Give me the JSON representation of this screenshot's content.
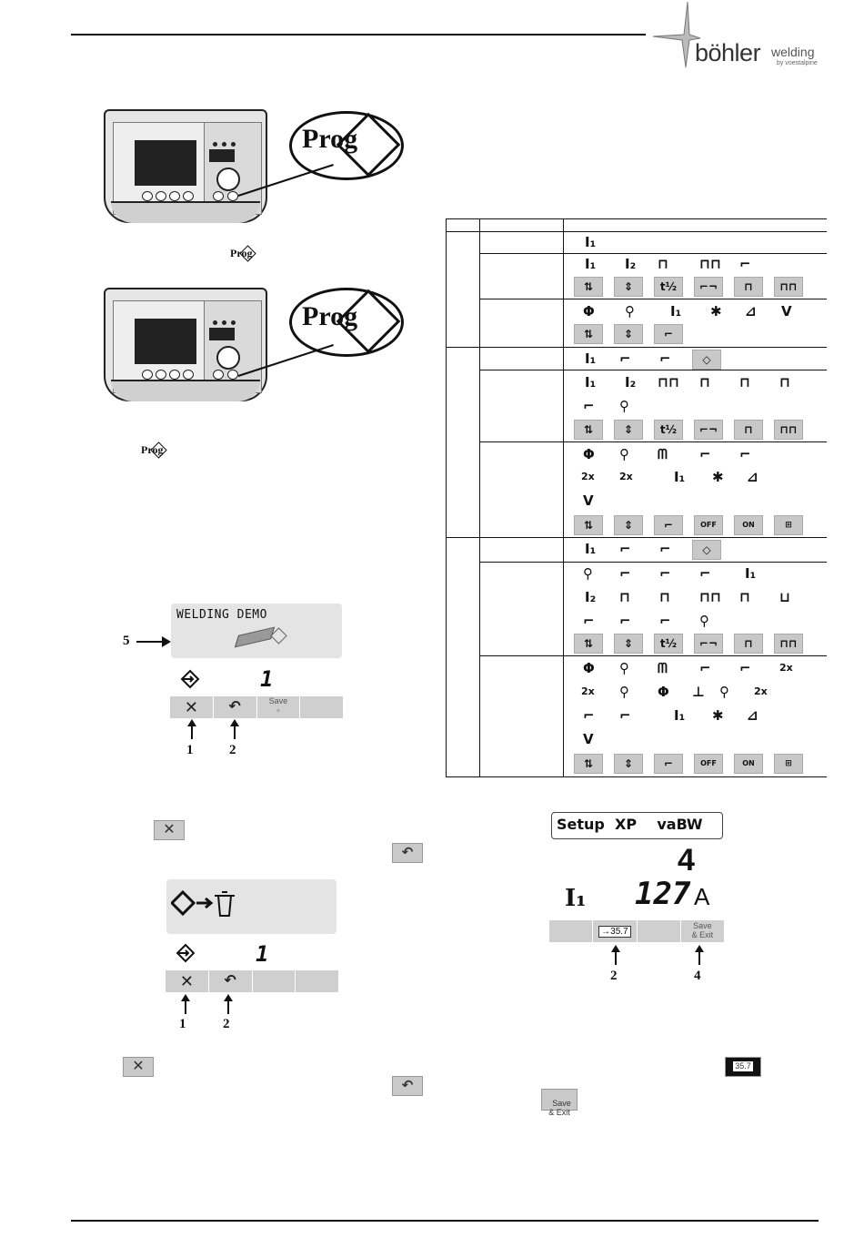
{
  "header": {
    "logo_main": "böhler",
    "logo_sub": "welding",
    "logo_by": "by voestalpine"
  },
  "callouts": {
    "prog_label": "Prog",
    "prog_inline_1": "Prog",
    "prog_inline_2": "Prog"
  },
  "demo_screen": {
    "title": "WELDING DEMO",
    "program_number": "1",
    "callout_label": "5",
    "softkeys": [
      "",
      "",
      "Save",
      ""
    ],
    "arrows": [
      "1",
      "2"
    ]
  },
  "delete_screen": {
    "program_number": "1",
    "arrows": [
      "1",
      "2"
    ]
  },
  "setup_screen": {
    "title": "Setup  XP    vaBW",
    "big_number": "4",
    "param_symbol": "I₁",
    "current_value": "127",
    "current_unit": "A",
    "softkey_value": "35.7",
    "softkey_save": "Save\n& Exit",
    "arrows": [
      "2",
      "4"
    ]
  },
  "inline_icons": {
    "save_exit": "Save\n& Exit",
    "value_chip": "35.7"
  },
  "table": {
    "symbols": {
      "i1": "I₁",
      "i2": "I₂",
      "v": "V",
      "phi": "Φ",
      "twox": "2x"
    }
  }
}
